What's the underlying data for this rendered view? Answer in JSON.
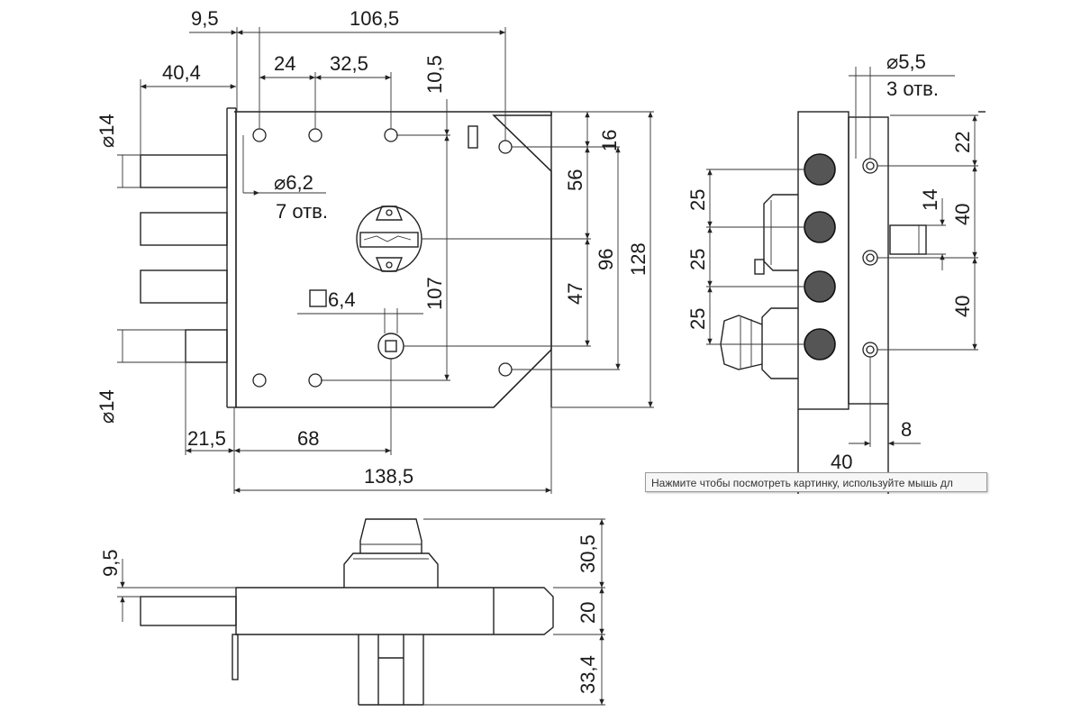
{
  "front_view": {
    "dims": {
      "d9_5": "9,5",
      "d106_5": "106,5",
      "d40_4": "40,4",
      "d24": "24",
      "d32_5": "32,5",
      "d10_5": "10,5",
      "d14_top": "⌀14",
      "d14_bottom": "⌀14",
      "d6_2": "⌀6,2",
      "holes_7": "7 отв.",
      "sq6_4": "6,4",
      "d107": "107",
      "d16": "16",
      "d56": "56",
      "d47": "47",
      "d96": "96",
      "d128": "128",
      "d21_5": "21,5",
      "d68": "68",
      "d138_5": "138,5"
    }
  },
  "side_view": {
    "dims": {
      "d5_5": "⌀5,5",
      "holes_3": "3 отв.",
      "d22": "22",
      "d14": "14",
      "d40_a": "40",
      "d40_b": "40",
      "d25_a": "25",
      "d25_b": "25",
      "d25_c": "25",
      "d8": "8",
      "d40_c": "40"
    }
  },
  "bottom_view": {
    "dims": {
      "d9_5": "9,5",
      "d30_5": "30,5",
      "d20": "20",
      "d33_4": "33,4"
    }
  },
  "tooltip": {
    "text": "Нажмите чтобы посмотреть картинку, используйте мышь дл"
  }
}
